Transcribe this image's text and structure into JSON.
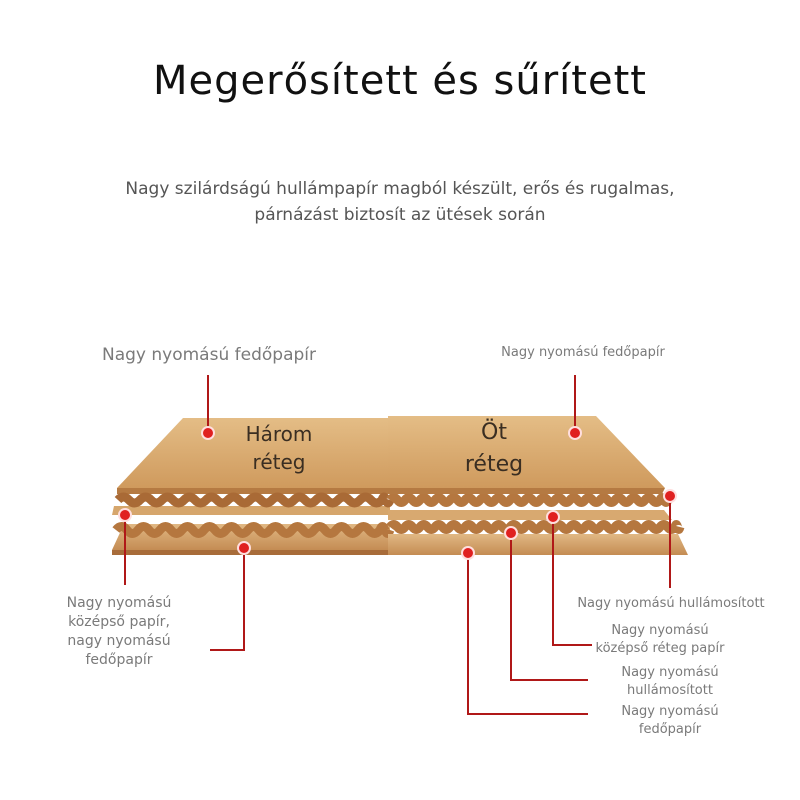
{
  "title": "Megerősített és sűrített",
  "subtitle": {
    "line1": "Nagy szilárdságú hullámpapír magból készült, erős és rugalmas,",
    "line2": "párnázást biztosít az ütések során"
  },
  "left_panel": {
    "label_line1": "Három",
    "label_line2": "réteg",
    "top_callout": "Nagy nyomású fedőpapír",
    "bottom_callout": [
      "Nagy nyomású",
      "középső papír,",
      "nagy nyomású",
      "fedőpapír"
    ]
  },
  "right_panel": {
    "label_line1": "Öt",
    "label_line2": "réteg",
    "top_callout": "Nagy nyomású fedőpapír",
    "callouts": [
      {
        "lines": [
          "Nagy nyomású hullámosított"
        ]
      },
      {
        "lines": [
          "Nagy nyomású",
          "középső réteg papír"
        ]
      },
      {
        "lines": [
          "Nagy nyomású",
          "hullámosított"
        ]
      },
      {
        "lines": [
          "Nagy nyomású",
          "fedőpapír"
        ]
      }
    ]
  },
  "colors": {
    "cardboard_light": "#dcb27a",
    "cardboard_mid": "#c98f55",
    "cardboard_dark": "#a96f3c",
    "leader_line": "#b01818",
    "dot": "#e02020"
  }
}
